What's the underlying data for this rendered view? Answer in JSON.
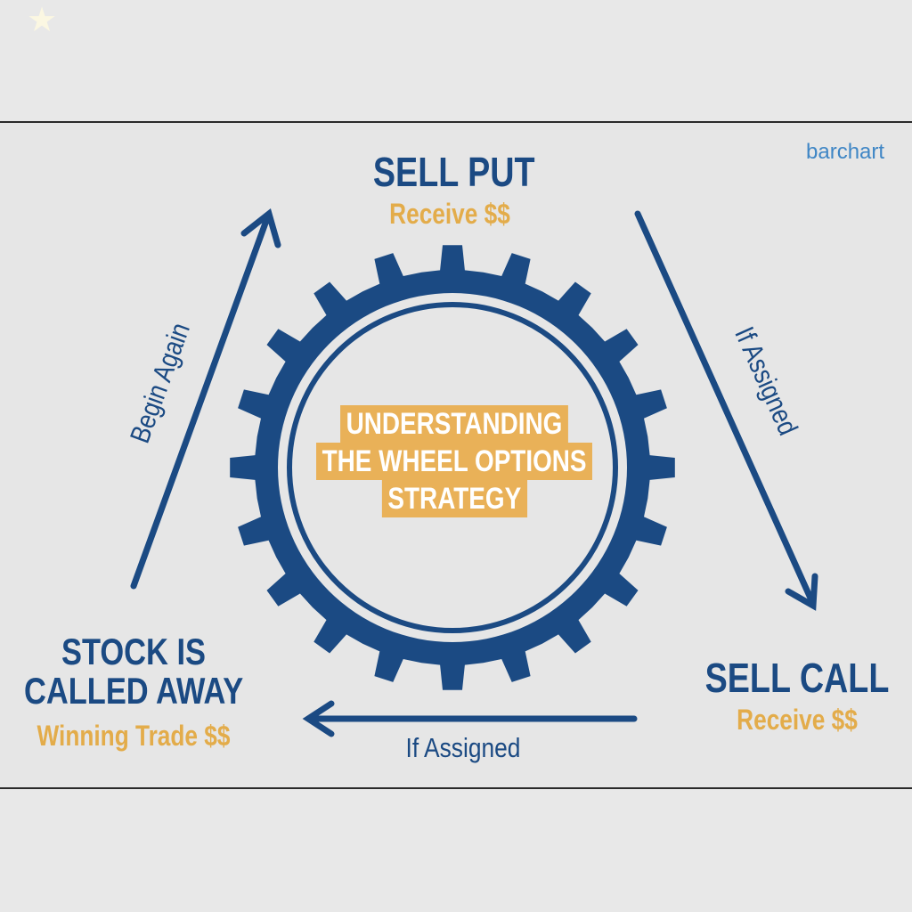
{
  "brand": "barchart",
  "title": [
    "UNDERSTANDING",
    "THE WHEEL OPTIONS",
    "STRATEGY"
  ],
  "steps": {
    "sell_put": {
      "heading": "SELL PUT",
      "sub": "Receive $$"
    },
    "sell_call": {
      "heading": "SELL CALL",
      "sub": "Receive $$"
    },
    "called_away": {
      "heading_line1": "STOCK IS",
      "heading_line2": "CALLED AWAY",
      "sub": "Winning Trade $$"
    }
  },
  "arrows": {
    "right": "If Assigned",
    "bottom": "If Assigned",
    "left": "Begin Again"
  },
  "colors": {
    "blue": "#1b4a83",
    "gold": "#e3ac4a",
    "brand": "#3f86c5"
  }
}
